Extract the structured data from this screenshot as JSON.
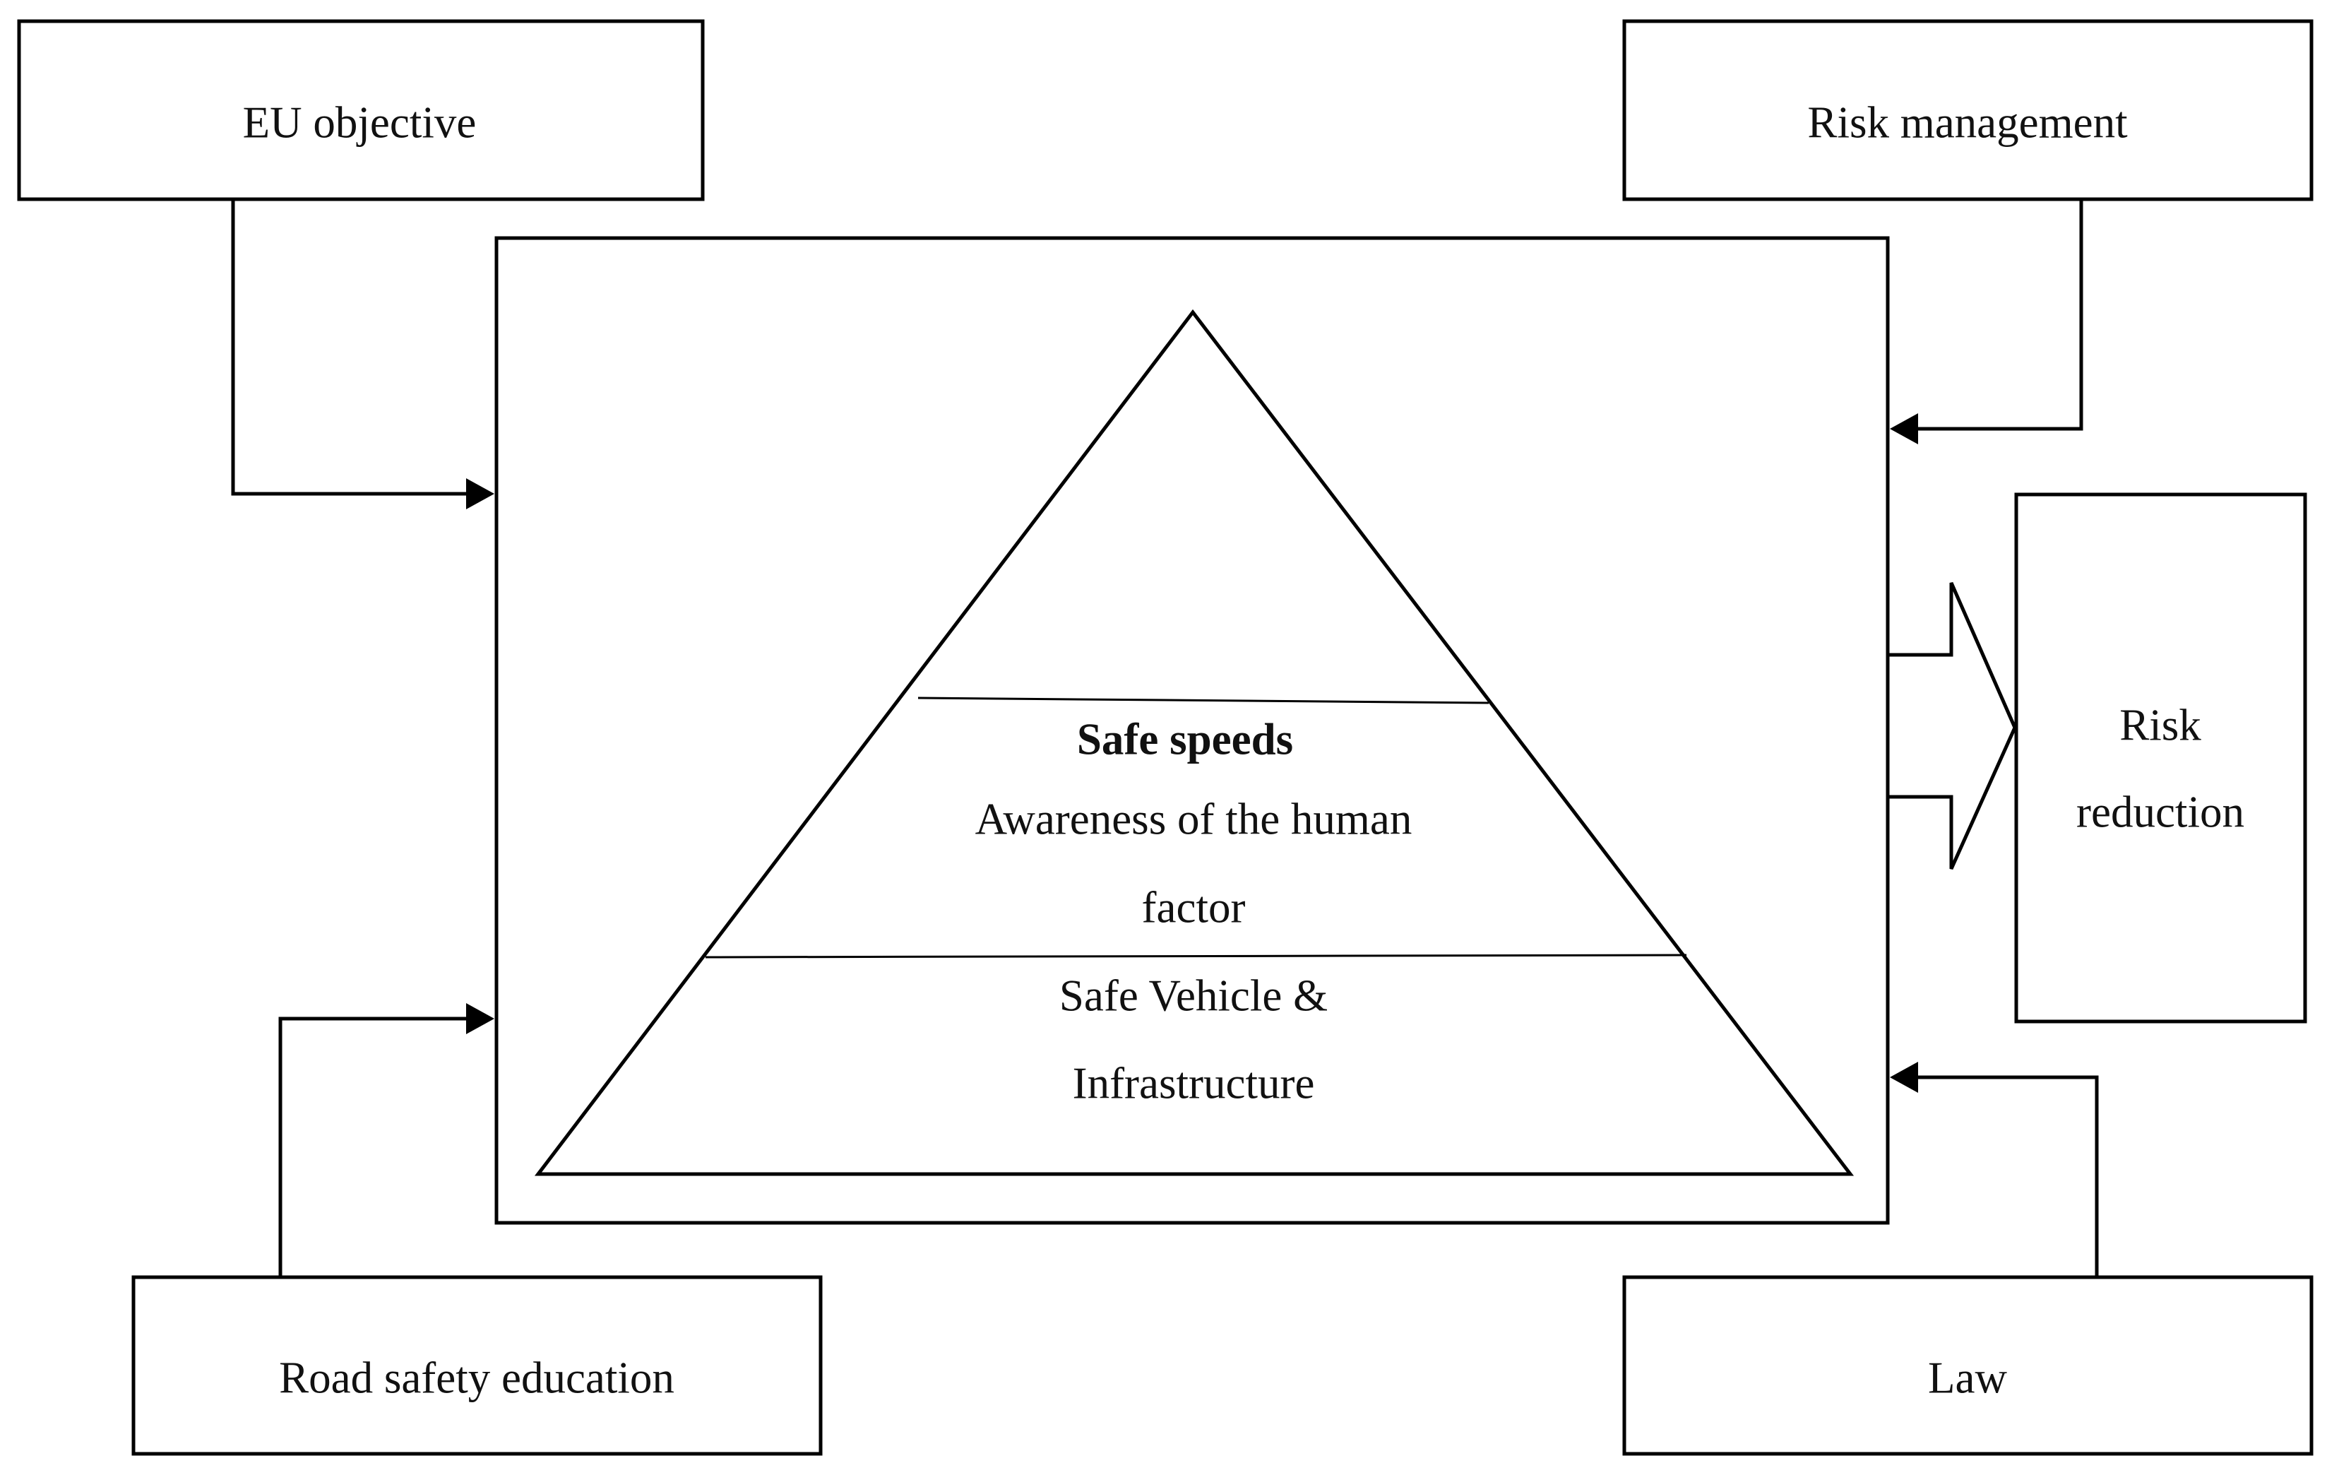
{
  "boxes": {
    "eu_objective": "EU objective",
    "risk_management": "Risk management",
    "road_safety_education": "Road safety education",
    "law": "Law",
    "risk_reduction_line1": "Risk",
    "risk_reduction_line2": "reduction"
  },
  "pyramid": {
    "safe_speeds": "Safe speeds",
    "human_factor_line1": "Awareness of the human",
    "human_factor_line2": "factor",
    "vehicle_line1": "Safe Vehicle &",
    "vehicle_line2": "Infrastructure"
  },
  "colors": {
    "stroke": "#000000",
    "background": "#ffffff"
  }
}
